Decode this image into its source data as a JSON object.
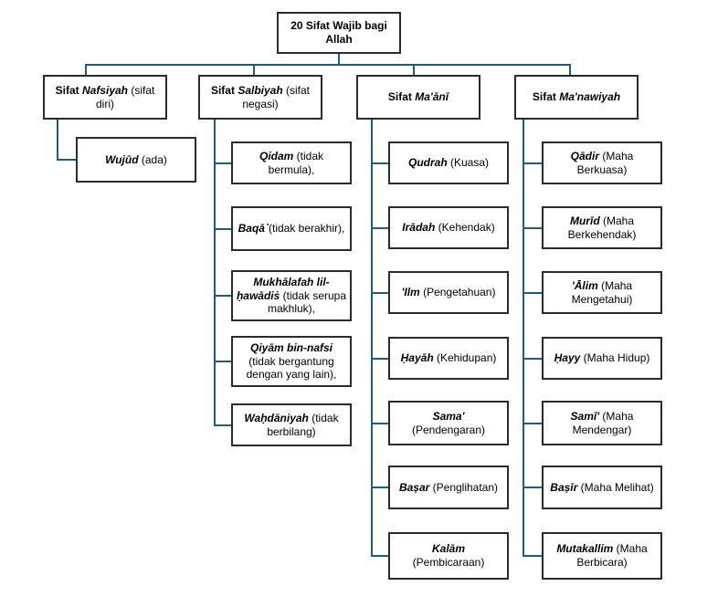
{
  "diagram": {
    "title_node": "20 Sifat Wajib bagi Allah",
    "colors": {
      "connector": "#1f5c7d",
      "box_border": "#2b2b2b",
      "box_fill": "#ffffff",
      "text": "#000000",
      "background": "#ffffff"
    },
    "columns": [
      {
        "header": {
          "prefix": "Sifat ",
          "name": "Nafsiyah",
          "rest": " (sifat diri)"
        },
        "children": [
          {
            "key": "wujud",
            "name": "Wujūd",
            "rest": " (ada)"
          }
        ]
      },
      {
        "header": {
          "prefix": "Sifat ",
          "name": "Salbiyah",
          "rest": " (sifat negasi)"
        },
        "children": [
          {
            "key": "qidam",
            "name": "Qidam",
            "rest": " (tidak bermula),"
          },
          {
            "key": "baqa",
            "name": "Baqā`",
            "rest": "(tidak berakhir),"
          },
          {
            "key": "mukhalafah-lil-hawadis",
            "name": "Mukhālafah lil-ḥawādiṡ",
            "rest": " (tidak serupa makhluk),"
          },
          {
            "key": "qiyam-bin-nafsi",
            "name": "Qiyām bin-nafsi",
            "rest": " (tidak bergantung dengan yang lain),"
          },
          {
            "key": "wahdaniyah",
            "name": "Waḥdāniyah",
            "rest": " (tidak berbilang)"
          }
        ]
      },
      {
        "header": {
          "prefix": "Sifat ",
          "name": "Ma'ānī",
          "rest": ""
        },
        "children": [
          {
            "key": "qudrah",
            "name": "Qudrah",
            "rest": " (Kuasa)"
          },
          {
            "key": "iradah",
            "name": "Irādah",
            "rest": " (Kehendak)"
          },
          {
            "key": "ilm",
            "name": "'Ilm",
            "rest": " (Pengetahuan)"
          },
          {
            "key": "hayah",
            "name": "Ḥayāh",
            "rest": " (Kehidupan)"
          },
          {
            "key": "sama",
            "name": "Sama'",
            "rest": "(Pendengaran)",
            "stack": true
          },
          {
            "key": "basar",
            "name": "Baṣar",
            "rest": " (Penglihatan)"
          },
          {
            "key": "kalam",
            "name": "Kalām",
            "rest": "(Pembicaraan)",
            "stack": true
          }
        ]
      },
      {
        "header": {
          "prefix": "Sifat ",
          "name": "Ma'nawiyah",
          "rest": ""
        },
        "children": [
          {
            "key": "qadir",
            "name": "Qādir",
            "rest": " (Maha Berkuasa)"
          },
          {
            "key": "murid",
            "name": "Murīd",
            "rest": " (Maha Berkehendak)"
          },
          {
            "key": "alim",
            "name": "'Ālim",
            "rest": " (Maha Mengetahui)"
          },
          {
            "key": "hayy",
            "name": "Ḥayy",
            "rest": " (Maha Hidup)"
          },
          {
            "key": "sami",
            "name": "Samī'",
            "rest": " (Maha Mendengar)"
          },
          {
            "key": "basir",
            "name": "Baṣīr",
            "rest": " (Maha Melihat)"
          },
          {
            "key": "mutakallim",
            "name": "Mutakallim",
            "rest": " (Maha Berbicara)"
          }
        ]
      }
    ]
  }
}
